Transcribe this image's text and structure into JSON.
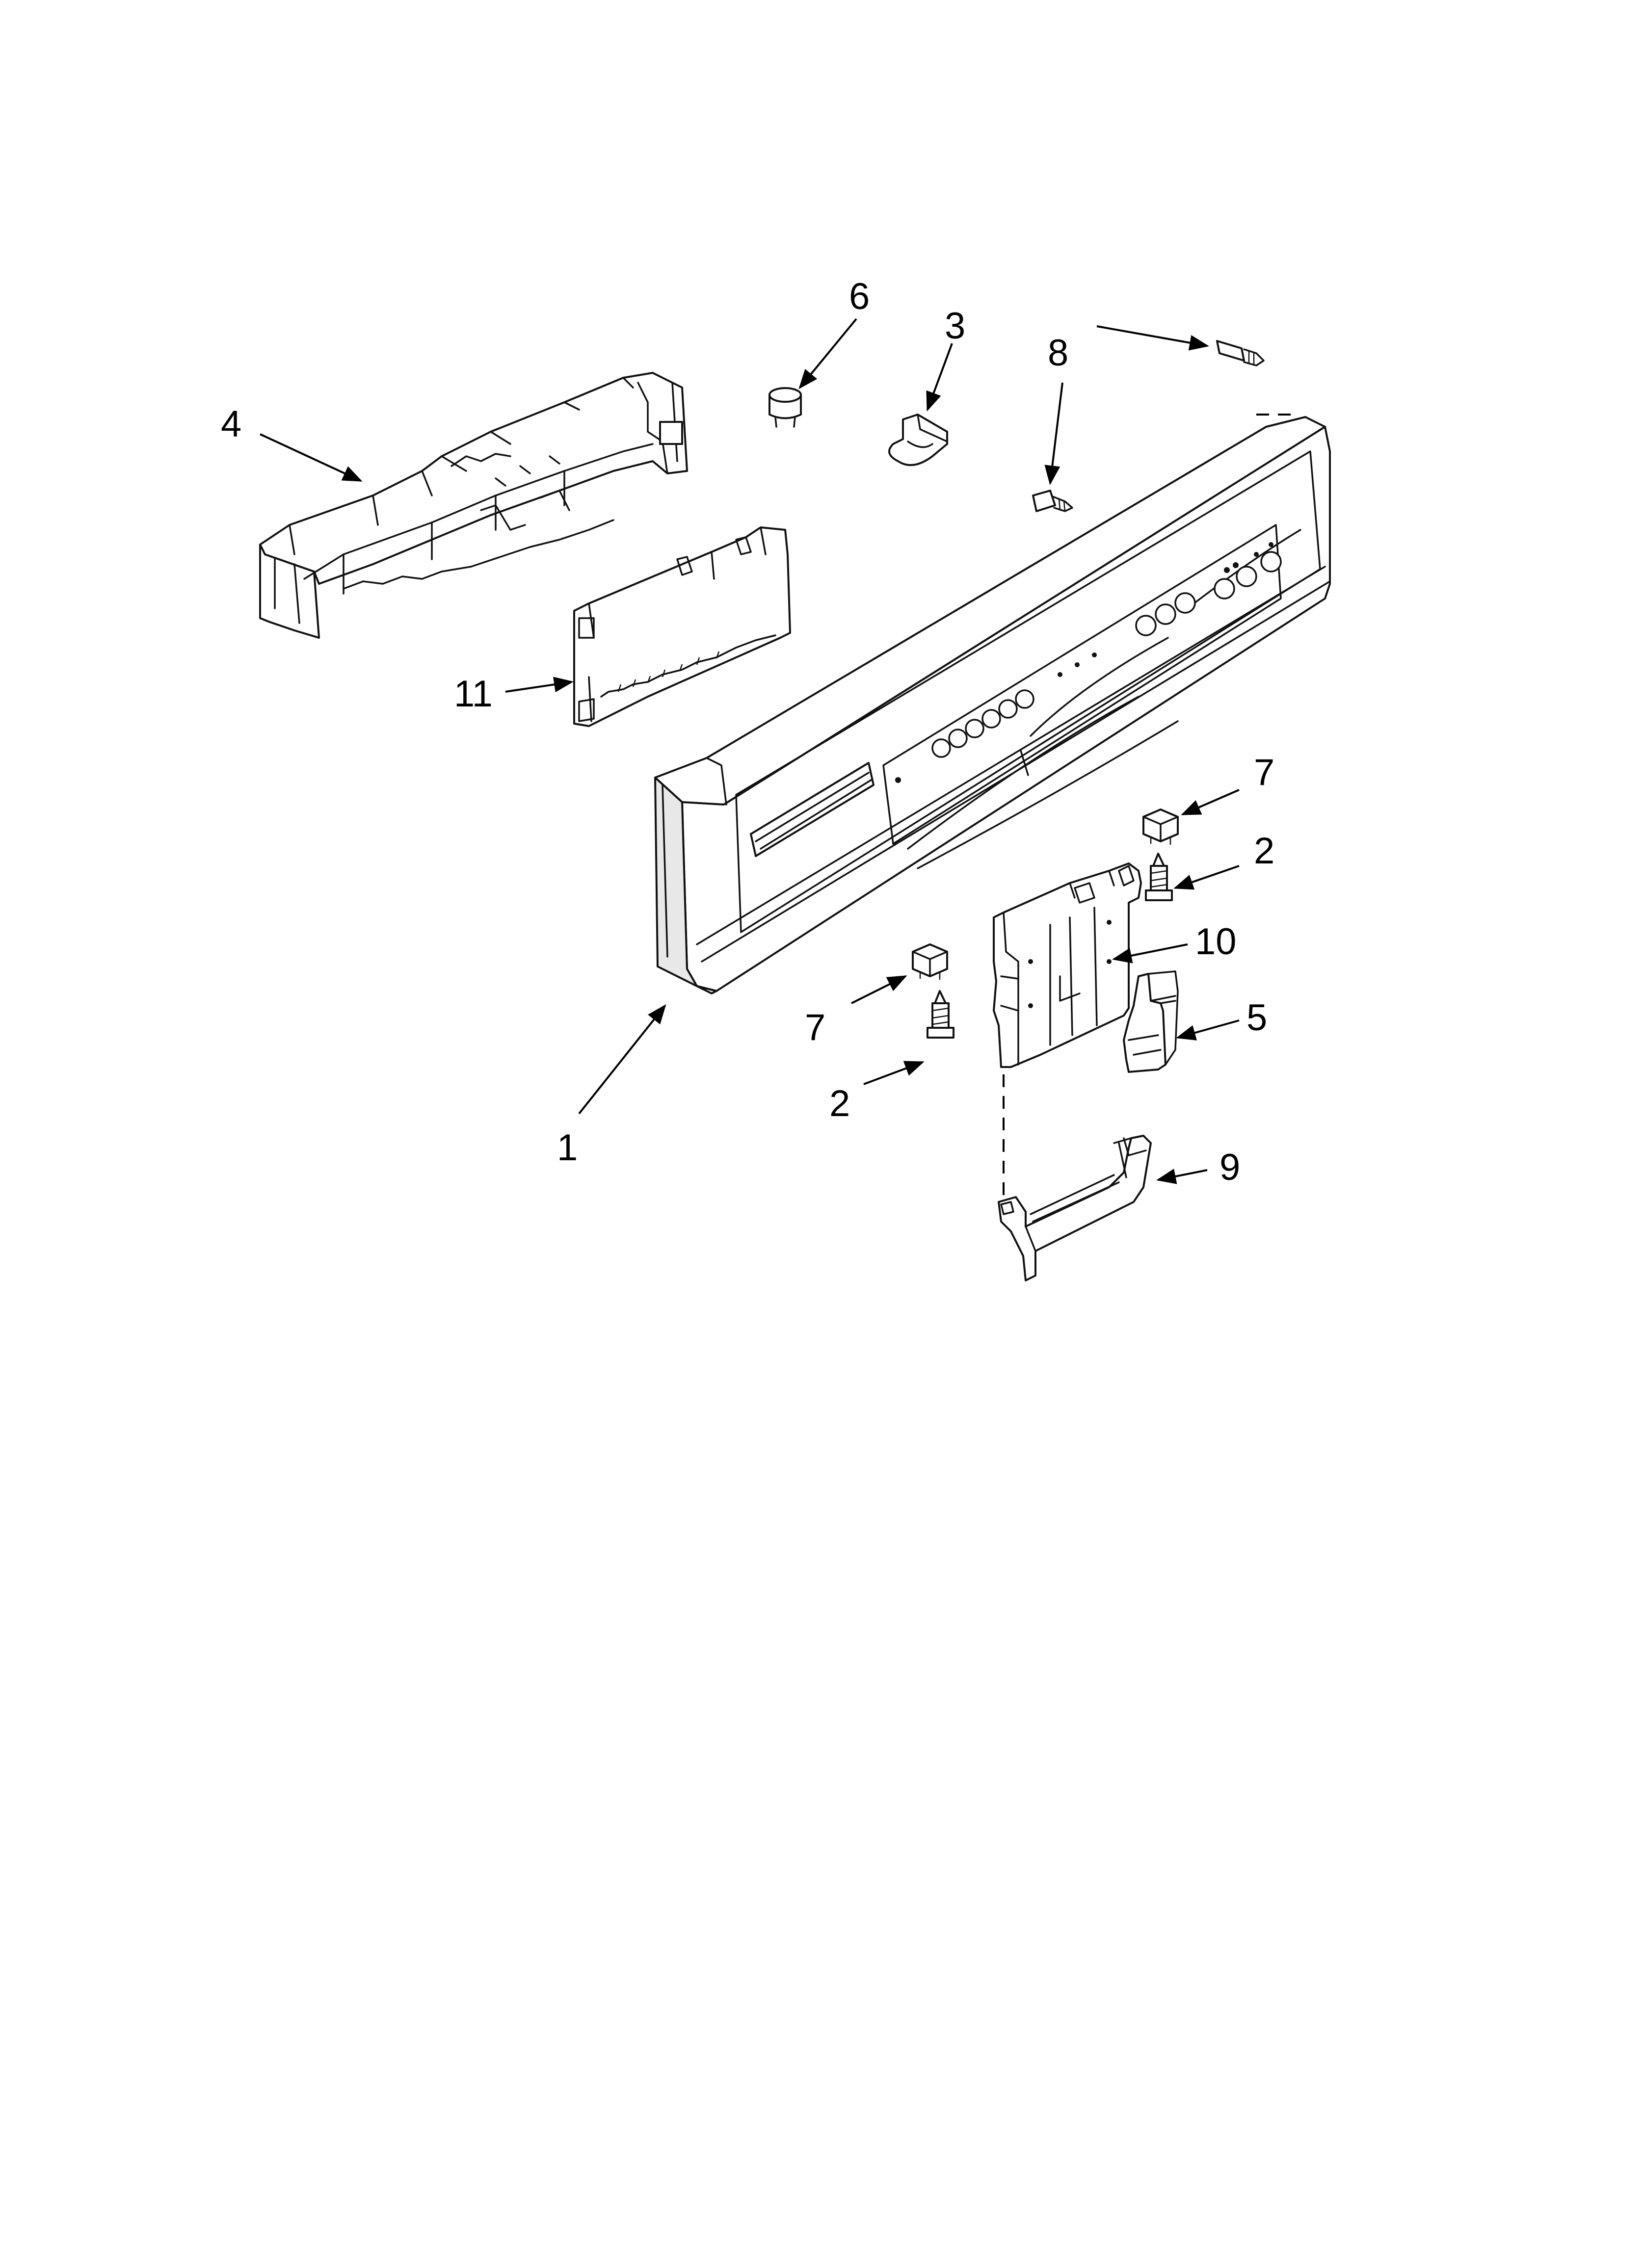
{
  "callouts": {
    "c1": "1",
    "c2a": "2",
    "c2b": "2",
    "c3": "3",
    "c4": "4",
    "c5": "5",
    "c6": "6",
    "c7a": "7",
    "c7b": "7",
    "c8": "8",
    "c9": "9",
    "c10": "10",
    "c11": "11"
  }
}
